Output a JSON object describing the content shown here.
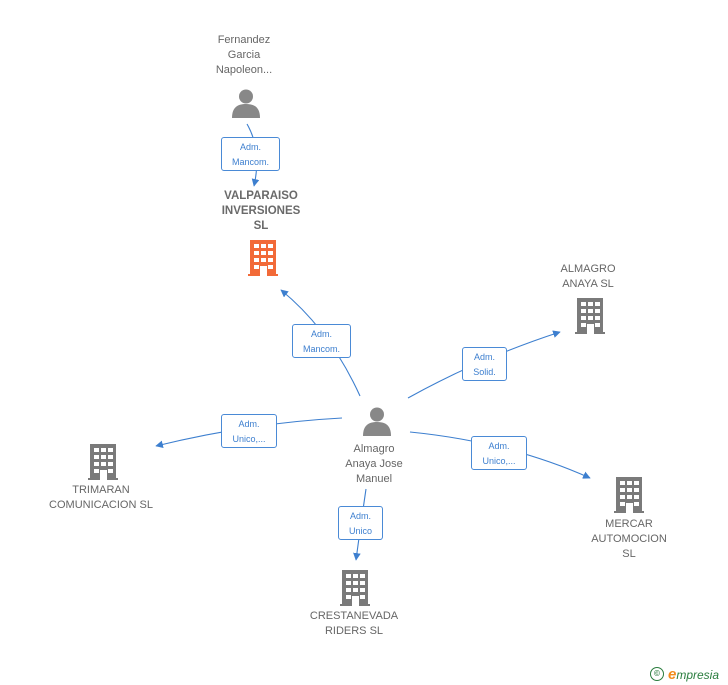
{
  "colors": {
    "edge": "#3d7fcf",
    "person": "#888888",
    "company": "#7a7a7a",
    "highlight_company": "#f26a38"
  },
  "nodes": {
    "fernandez": {
      "label": "Fernandez\nGarcia\nNapoleon...",
      "icon": "person-icon"
    },
    "valparaiso": {
      "label": "VALPARAISO\nINVERSIONES\nSL",
      "icon": "building-icon"
    },
    "almagro_sl": {
      "label": "ALMAGRO\nANAYA  SL",
      "icon": "building-icon"
    },
    "almagro_person": {
      "label": "Almagro\nAnaya Jose\nManuel",
      "icon": "person-icon"
    },
    "trimaran": {
      "label": "TRIMARAN\nCOMUNICACION SL",
      "icon": "building-icon"
    },
    "mercar": {
      "label": "MERCAR\nAUTOMOCION\nSL",
      "icon": "building-icon"
    },
    "crestanevada": {
      "label": "CRESTANEVADA\nRIDERS  SL",
      "icon": "building-icon"
    }
  },
  "edges": {
    "fernandez_valparaiso": "Adm.\nMancom.",
    "almagro_valparaiso": "Adm.\nMancom.",
    "almagro_almagrosl": "Adm.\nSolid.",
    "almagro_trimaran": "Adm.\nUnico,...",
    "almagro_mercar": "Adm.\nUnico,...",
    "almagro_crestanevada": "Adm.\nUnico"
  },
  "footer": {
    "copyright": "©",
    "brand_initial": "e",
    "brand_rest": "mpresia"
  }
}
